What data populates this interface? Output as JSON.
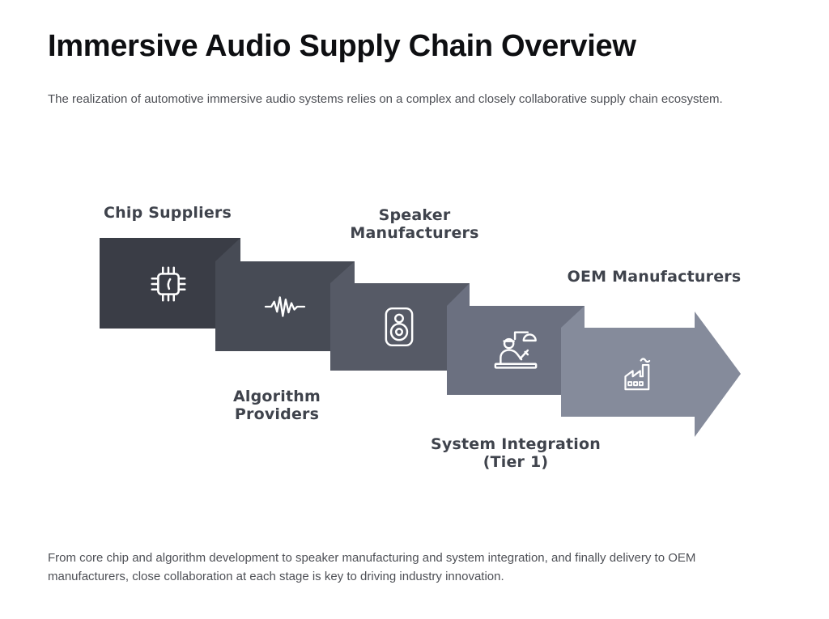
{
  "title": "Immersive Audio Supply Chain Overview",
  "subtitle": "The realization of automotive immersive audio systems relies on a complex and closely collaborative supply chain ecosystem.",
  "footer": "From core chip and algorithm development to speaker manufacturing and system integration, and finally delivery to OEM manufacturers, close collaboration at each stage is key to driving industry innovation.",
  "diagram": {
    "flow_direction": "left-to-right",
    "stages": [
      {
        "label": "Chip Suppliers",
        "icon": "chip-icon",
        "color": "#3a3d46"
      },
      {
        "label": "Algorithm\nProviders",
        "icon": "waveform-icon",
        "color": "#474b55"
      },
      {
        "label": "Speaker\nManufacturers",
        "icon": "speaker-icon",
        "color": "#565a66"
      },
      {
        "label": "System Integration\n(Tier 1)",
        "icon": "worker-icon",
        "color": "#6b7080"
      },
      {
        "label": "OEM Manufacturers",
        "icon": "factory-icon",
        "color": "#858b9b"
      }
    ]
  },
  "colors": {
    "background": "#ffffff",
    "title_text": "#0e0f12",
    "body_text": "#4e5056",
    "label_text": "#3f434c",
    "icon_stroke": "#ffffff"
  }
}
